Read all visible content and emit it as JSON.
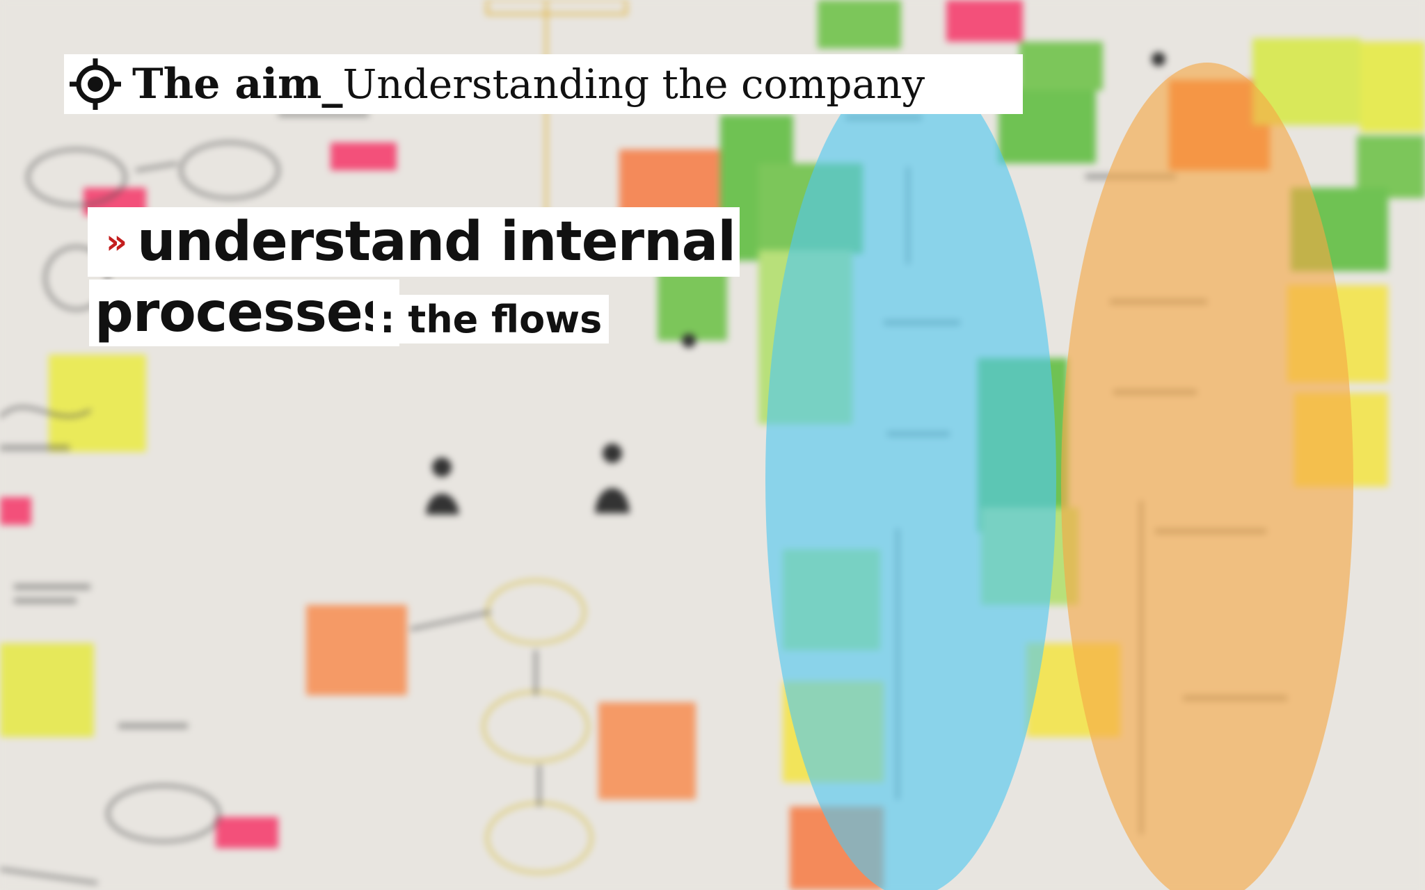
{
  "header": {
    "icon": "target-icon",
    "bold": "The aim_",
    "light": "Understanding the company"
  },
  "subtitle": {
    "bullet": "»",
    "line1": "understand internal",
    "line2": "processes",
    "line3": ": the flows"
  },
  "colors": {
    "highlight_blue": "#50c8f0",
    "highlight_orange": "#f6a846",
    "bullet_red": "#c41e1e"
  }
}
